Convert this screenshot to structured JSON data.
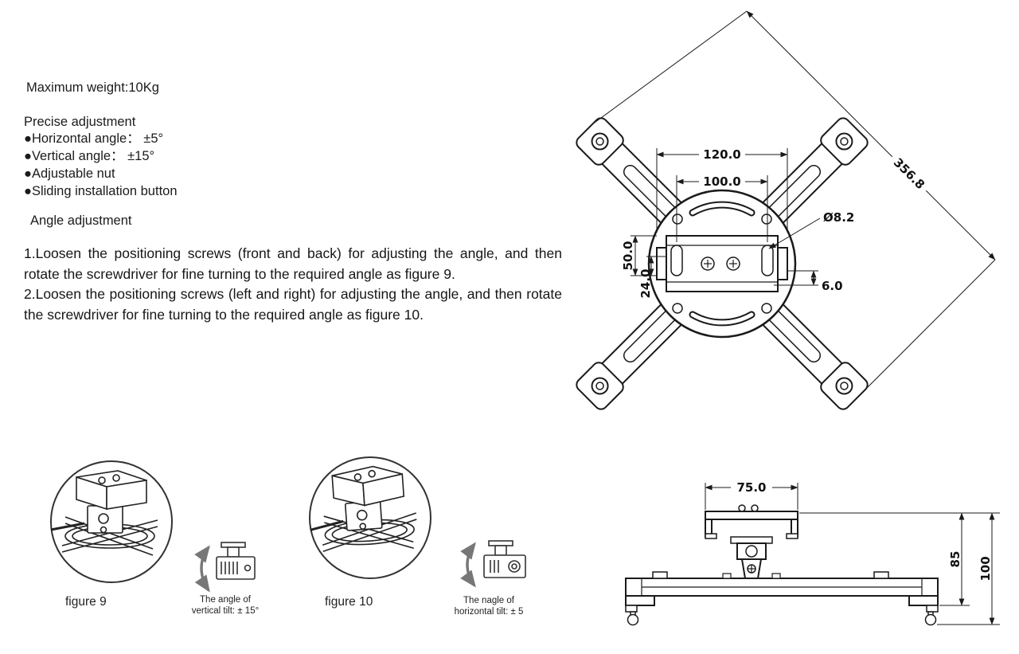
{
  "doc": {
    "max_weight": "Maximum weight:10Kg",
    "precise": {
      "title": "Precise adjustment",
      "bullets": [
        "●Horizontal angle： ±5°",
        "●Vertical angle： ±15°",
        "●Adjustable nut",
        "●Sliding installation button"
      ]
    },
    "angle": {
      "title": "Angle adjustment",
      "step1": "1.Loosen the positioning screws (front and back) for adjusting the angle, and then rotate the screwdriver for fine turning to the required angle as figure 9.",
      "step2": "2.Loosen the positioning screws (left and right) for adjusting the angle, and then rotate the screwdriver for fine turning to the required angle as figure 10."
    }
  },
  "top_view": {
    "dim_120": "120.0",
    "dim_100": "100.0",
    "dim_diag": "356.8",
    "dim_hole": "Ø8.2",
    "dim_50": "50.0",
    "dim_24": "24.0",
    "dim_6": "6.0"
  },
  "side_view": {
    "dim_75": "75.0",
    "dim_85": "85",
    "dim_100": "100"
  },
  "figures": {
    "fig9": {
      "label": "figure 9",
      "caption_line1": "The angle of",
      "caption_line2": "vertical tilt: ± 15°"
    },
    "fig10": {
      "label": "figure 10",
      "caption_line1": "The nagle of",
      "caption_line2": "horizontal tilt: ± 5"
    }
  }
}
